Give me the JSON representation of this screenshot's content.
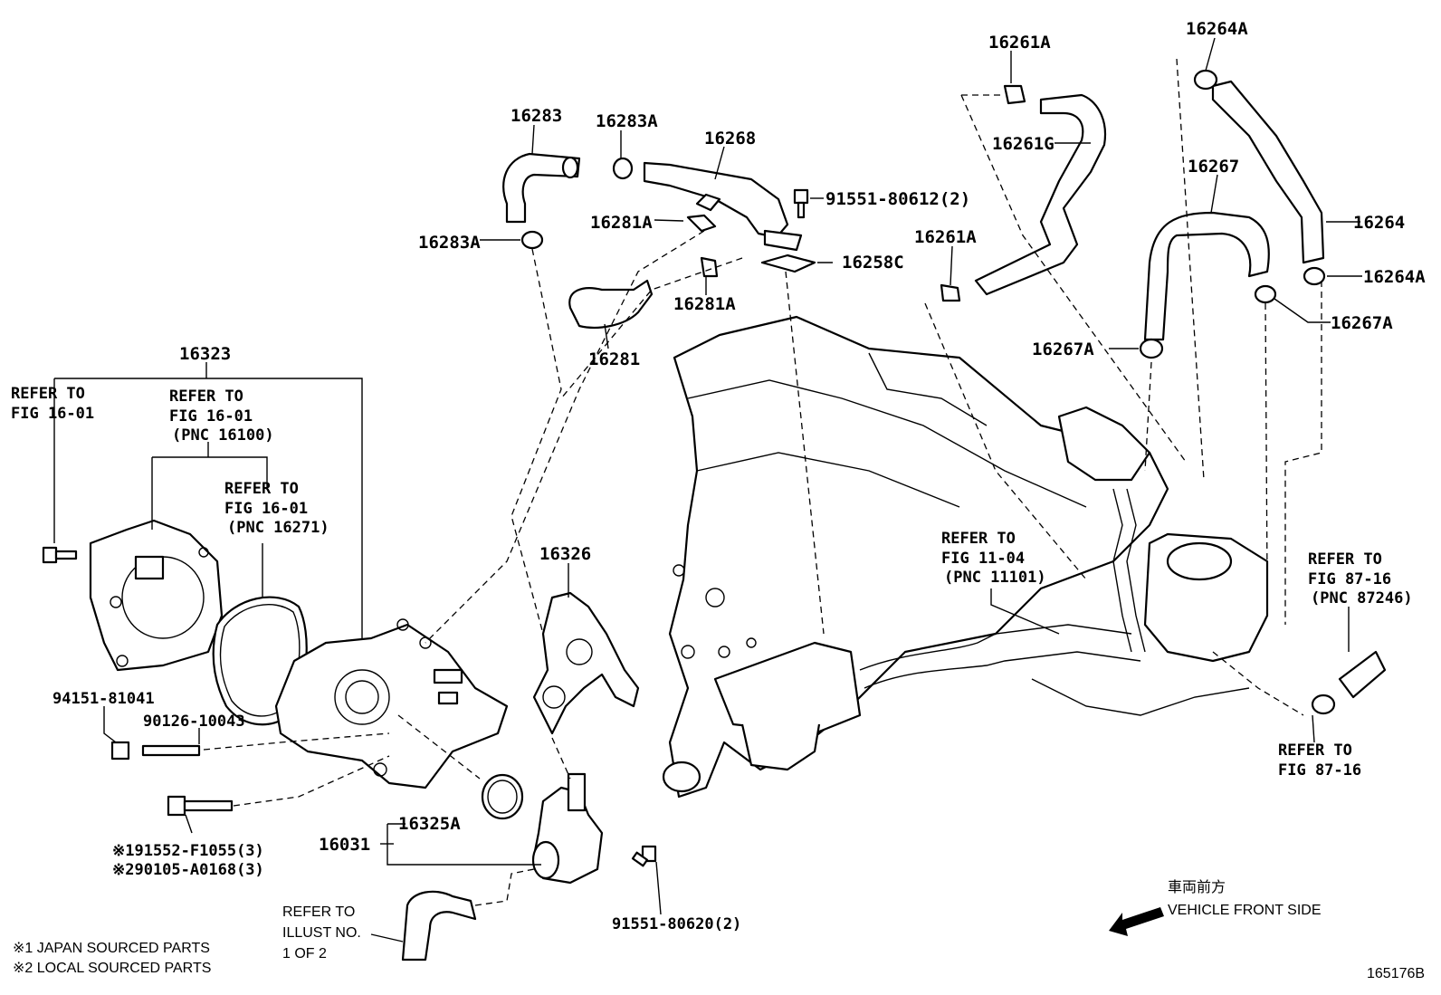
{
  "labels": {
    "p16283": "16283",
    "p16283a_top": "16283A",
    "p16283a_left": "16283A",
    "p16268": "16268",
    "p91551_80612": "91551-80612(2)",
    "p16281a_top": "16281A",
    "p16281a_bottom": "16281A",
    "p16281": "16281",
    "p16258c": "16258C",
    "p16261a_top": "16261A",
    "p16261g": "16261G",
    "p16261a_mid": "16261A",
    "p16264a_top": "16264A",
    "p16264": "16264",
    "p16264a_right": "16264A",
    "p16267": "16267",
    "p16267a_right": "16267A",
    "p16267a_left": "16267A",
    "p16323": "16323",
    "p16326": "16326",
    "p94151_81041": "94151-81041",
    "p90126_10043": "90126-10043",
    "p16031": "16031",
    "p16325a": "16325A",
    "p91552": "※191552-F1055(3)",
    "p90105": "※290105-A0168(3)",
    "p91551_80620": "91551-80620(2)"
  },
  "refs": {
    "ref_left_1": "REFER TO",
    "ref_left_2": "FIG 16-01",
    "ref_pnc16100_1": "REFER TO",
    "ref_pnc16100_2": "FIG 16-01",
    "ref_pnc16100_3": "(PNC 16100)",
    "ref_pnc16271_1": "REFER TO",
    "ref_pnc16271_2": "FIG 16-01",
    "ref_pnc16271_3": "(PNC 16271)",
    "ref_pnc11101_1": "REFER TO",
    "ref_pnc11101_2": "FIG 11-04",
    "ref_pnc11101_3": "(PNC 11101)",
    "ref_pnc87246_1": "REFER TO",
    "ref_pnc87246_2": "FIG 87-16",
    "ref_pnc87246_3": "(PNC 87246)",
    "ref_8716_1": "REFER TO",
    "ref_8716_2": "FIG 87-16",
    "ref_illust_1": "REFER TO",
    "ref_illust_2": "ILLUST NO.",
    "ref_illust_3": "1 OF 2"
  },
  "footer": {
    "note1": "※1 JAPAN SOURCED PARTS",
    "note2": "※2 LOCAL SOURCED PARTS",
    "front_jp": "車両前方",
    "front_en": "VEHICLE FRONT SIDE",
    "figure_id": "165176B"
  },
  "icons": {
    "front_arrow": "arrow-left-down-icon"
  }
}
